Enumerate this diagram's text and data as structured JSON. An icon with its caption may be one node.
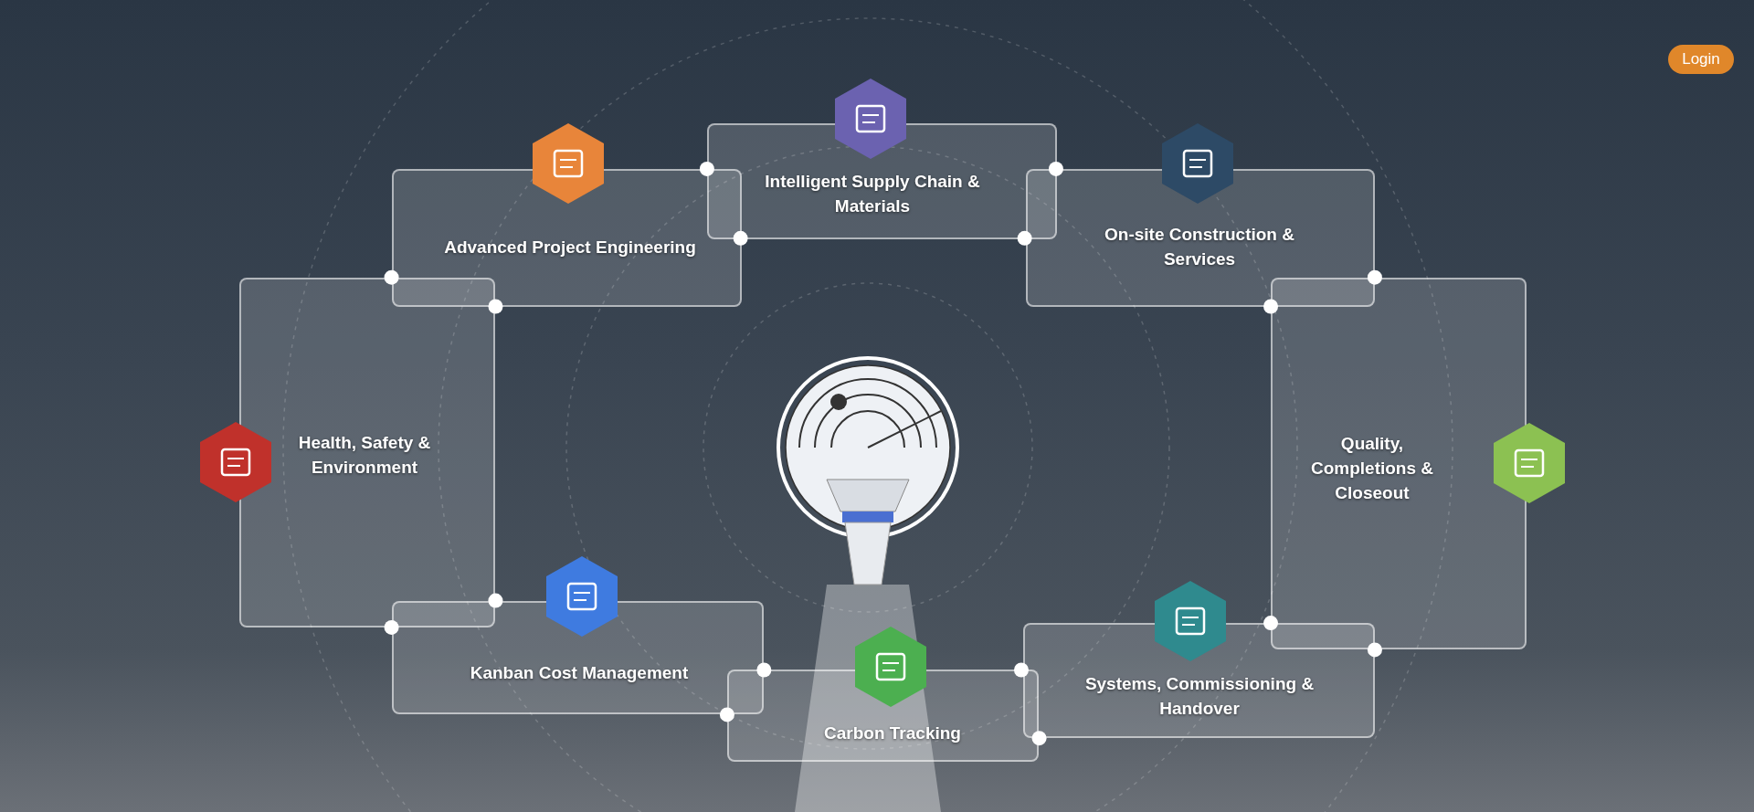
{
  "diagram": {
    "nodes": [
      {
        "text": [
          "Intelligent Supply Chain & Materials"
        ]
      },
      {
        "text": [
          "Advanced Project Engineering"
        ]
      },
      {
        "text": [
          "On-site Construction & Services"
        ]
      },
      {
        "text": [
          "Health, Safety & Environment"
        ]
      },
      {
        "text": [
          "Quality, Completions & Closeout"
        ]
      },
      {
        "text": [
          "Kanban Cost Management"
        ]
      },
      {
        "text": [
          "Systems, Commissioning & Handover"
        ]
      },
      {
        "text": [
          "Carbon Tracking"
        ]
      }
    ],
    "labels": [
      "Login"
    ]
  }
}
